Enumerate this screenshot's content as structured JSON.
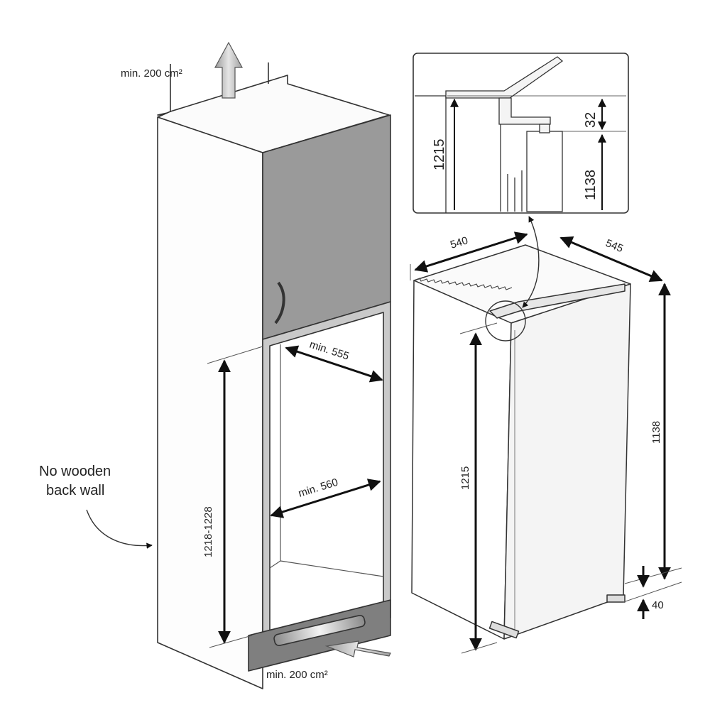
{
  "cabinet": {
    "vent_top": "min. 200 cm²",
    "vent_bottom": "min. 200 cm²",
    "niche_height": "1218-1228",
    "niche_depth": "min. 555",
    "niche_width": "min. 560",
    "back_wall_line1": "No wooden",
    "back_wall_line2": "back wall"
  },
  "appliance": {
    "width": "540",
    "depth": "545",
    "height_total": "1215",
    "height_body": "1138",
    "feet_height": "40"
  },
  "detail": {
    "height_total": "1215",
    "height_body": "1138",
    "hinge_offset": "32"
  }
}
